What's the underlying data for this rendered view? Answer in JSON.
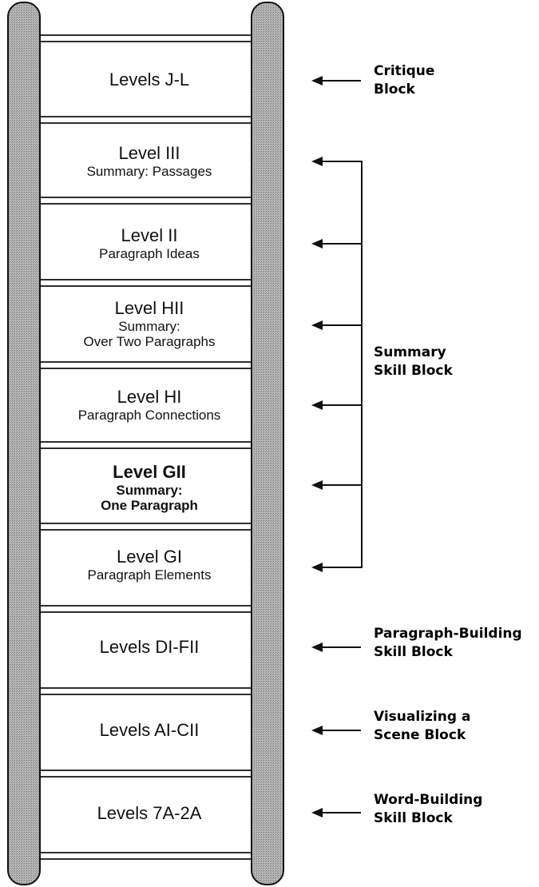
{
  "levels": [
    {
      "title": "Levels J-L",
      "subtitle": "",
      "emphasis": false
    },
    {
      "title": "Level III",
      "subtitle": "Summary: Passages",
      "emphasis": false
    },
    {
      "title": "Level II",
      "subtitle": "Paragraph Ideas",
      "emphasis": false
    },
    {
      "title": "Level HII",
      "subtitle": "Summary:",
      "subtitle2": "Over Two Paragraphs",
      "emphasis": false
    },
    {
      "title": "Level HI",
      "subtitle": "Paragraph Connections",
      "emphasis": false
    },
    {
      "title": "Level GII",
      "subtitle": "Summary:",
      "subtitle2": "One Paragraph",
      "emphasis": true
    },
    {
      "title": "Level GI",
      "subtitle": "Paragraph Elements",
      "emphasis": false
    },
    {
      "title": "Levels DI-FII",
      "subtitle": "",
      "emphasis": false
    },
    {
      "title": "Levels AI-CII",
      "subtitle": "",
      "emphasis": false
    },
    {
      "title": "Levels 7A-2A",
      "subtitle": "",
      "emphasis": false
    }
  ],
  "blocks": {
    "critique": {
      "line1": "Critique",
      "line2": "Block"
    },
    "summary": {
      "line1": "Summary",
      "line2": "Skill Block"
    },
    "paragraph_building": {
      "line1": "Paragraph-Building",
      "line2": "Skill Block"
    },
    "visualizing": {
      "line1": "Visualizing a",
      "line2": "Scene Block"
    },
    "word_building": {
      "line1": "Word-Building",
      "line2": "Skill Block"
    }
  },
  "colors": {
    "rail_fill": "#a9a9a9",
    "line": "#111111",
    "background": "#ffffff"
  }
}
